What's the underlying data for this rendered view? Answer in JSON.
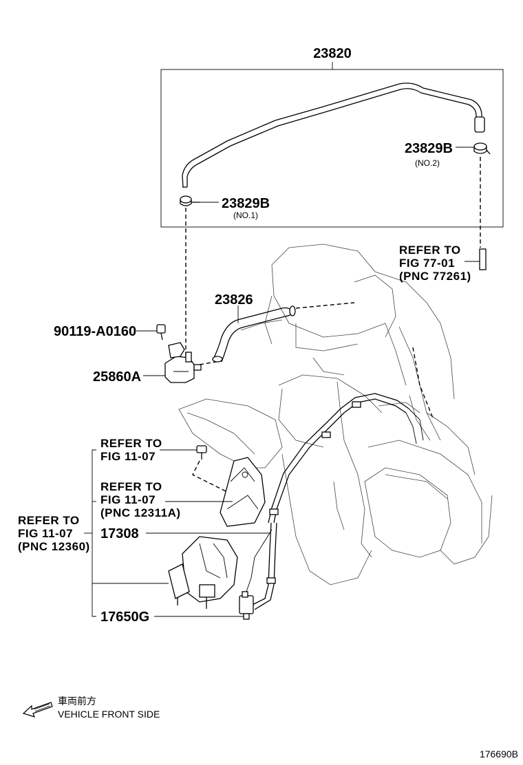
{
  "labels": {
    "hose_assy": "23820",
    "clip_no2": "23829B",
    "clip_no2_sub": "(NO.2)",
    "clip_no1": "23829B",
    "clip_no1_sub": "(NO.1)",
    "hose": "23826",
    "bolt": "90119-A0160",
    "vsv": "25860A",
    "bracket": "17308",
    "vsv2": "17650G"
  },
  "references": {
    "fig77": {
      "line1": "REFER TO",
      "line2": "FIG 77-01",
      "line3": "(PNC 77261)"
    },
    "fig11a": {
      "line1": "REFER TO",
      "line2": "FIG 11-07"
    },
    "fig11b": {
      "line1": "REFER TO",
      "line2": "FIG 11-07",
      "line3": "(PNC 12311A)"
    },
    "fig11c": {
      "line1": "REFER TO",
      "line2": "FIG 11-07",
      "line3": "(PNC 12360)"
    }
  },
  "orientation": {
    "japanese": "車両前方",
    "english": "VEHICLE FRONT SIDE"
  },
  "figure_id": "176690B"
}
